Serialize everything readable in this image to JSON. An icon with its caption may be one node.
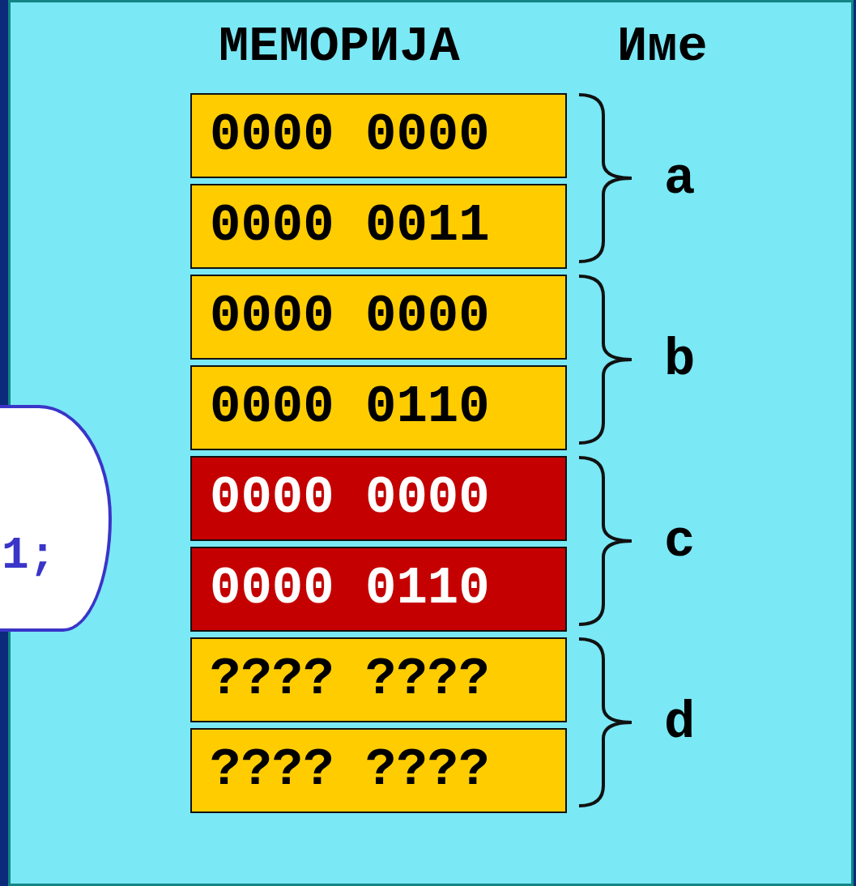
{
  "diagram": {
    "nodes": [
      {
        "text": [
          "0000 0000"
        ]
      },
      {
        "text": [
          "0000 0011"
        ]
      },
      {
        "text": [
          "0000 0000"
        ]
      },
      {
        "text": [
          "0000 0110"
        ]
      },
      {
        "text": [
          "0000 0000"
        ]
      },
      {
        "text": [
          "0000 0110"
        ]
      },
      {
        "text": [
          "???? ????"
        ]
      },
      {
        "text": [
          "???? ????"
        ]
      },
      {
        "text": [
          "1;"
        ]
      }
    ],
    "labels": [
      "МЕМОРИЈА",
      "Име",
      "a",
      "b",
      "c",
      "d"
    ]
  }
}
